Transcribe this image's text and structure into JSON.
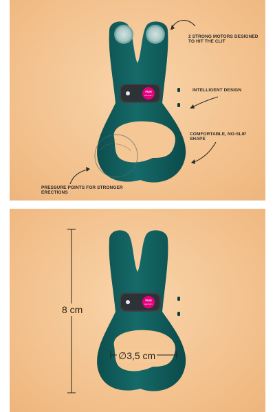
{
  "top_panel": {
    "annotations": {
      "motors": "2 STRONG MOTORS DESIGNED TO HIT THE CLIT",
      "design": "INTELLIGENT DESIGN",
      "shape": "COMFORTABLE, NO-SLIP SHAPE",
      "pressure": "PRESSURE POINTS FOR STRONGER ERECTIONS"
    }
  },
  "bottom_panel": {
    "height_label": "8 cm",
    "ring_label": "∅3,5 cm"
  },
  "brand": {
    "logo_top": "FUN",
    "logo_bottom": "FACTORY"
  },
  "colors": {
    "background": "#f2bf8a",
    "product": "#0f5e5d",
    "brand": "#e6007e"
  }
}
